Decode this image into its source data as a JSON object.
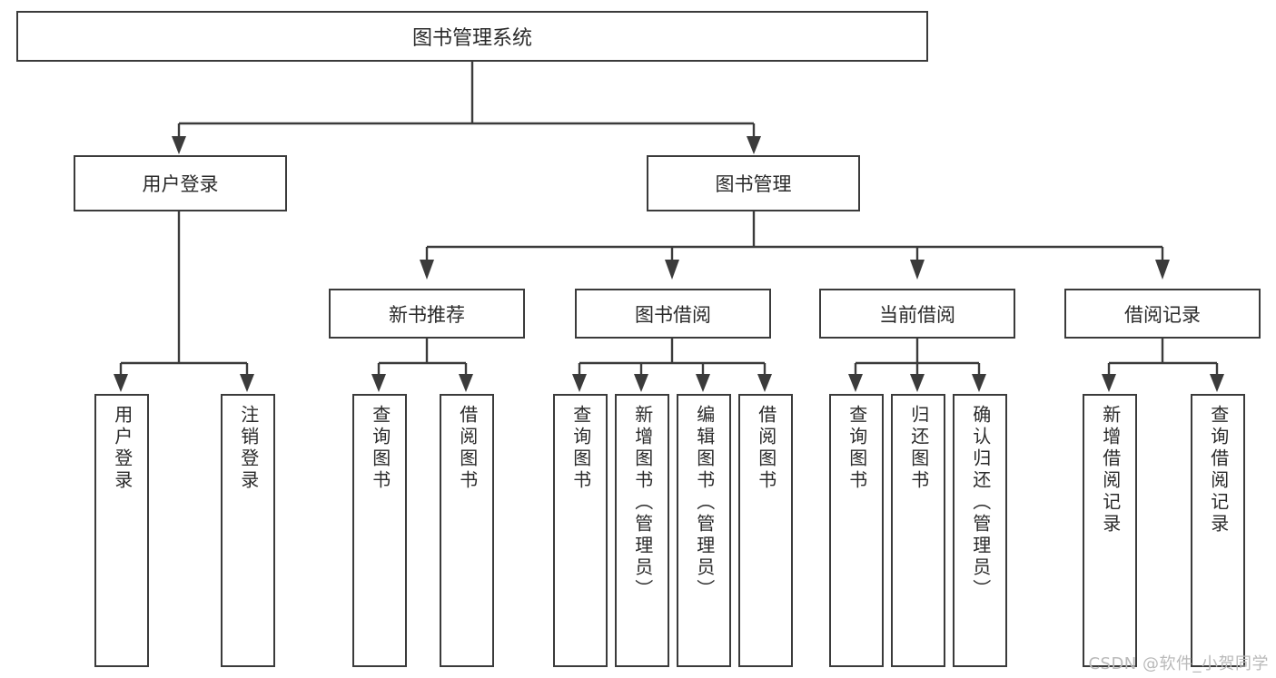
{
  "diagram": {
    "title": "图书管理系统",
    "type": "tree",
    "watermark": "CSDN @软件_小贺同学",
    "colors": {
      "box_border": "#3b3b3b",
      "box_fill": "#ffffff",
      "text": "#2a2a2a",
      "connector": "#3b3b3b",
      "watermark": "#b9b9b9"
    },
    "root": {
      "label": "图书管理系统"
    },
    "level2": [
      {
        "label": "用户登录"
      },
      {
        "label": "图书管理"
      }
    ],
    "level3": [
      {
        "label": "新书推荐"
      },
      {
        "label": "图书借阅"
      },
      {
        "label": "当前借阅"
      },
      {
        "label": "借阅记录"
      }
    ],
    "leaves": {
      "user_login": [
        {
          "label": "用户登录"
        },
        {
          "label": "注销登录"
        }
      ],
      "new_book_recommend": [
        {
          "label": "查询图书"
        },
        {
          "label": "借阅图书"
        }
      ],
      "book_borrow": [
        {
          "label": "查询图书"
        },
        {
          "label": "新增图书（管理员）"
        },
        {
          "label": "编辑图书（管理员）"
        },
        {
          "label": "借阅图书"
        }
      ],
      "current_borrow": [
        {
          "label": "查询图书"
        },
        {
          "label": "归还图书"
        },
        {
          "label": "确认归还（管理员）"
        }
      ],
      "borrow_record": [
        {
          "label": "新增借阅记录"
        },
        {
          "label": "查询借阅记录"
        }
      ]
    }
  }
}
